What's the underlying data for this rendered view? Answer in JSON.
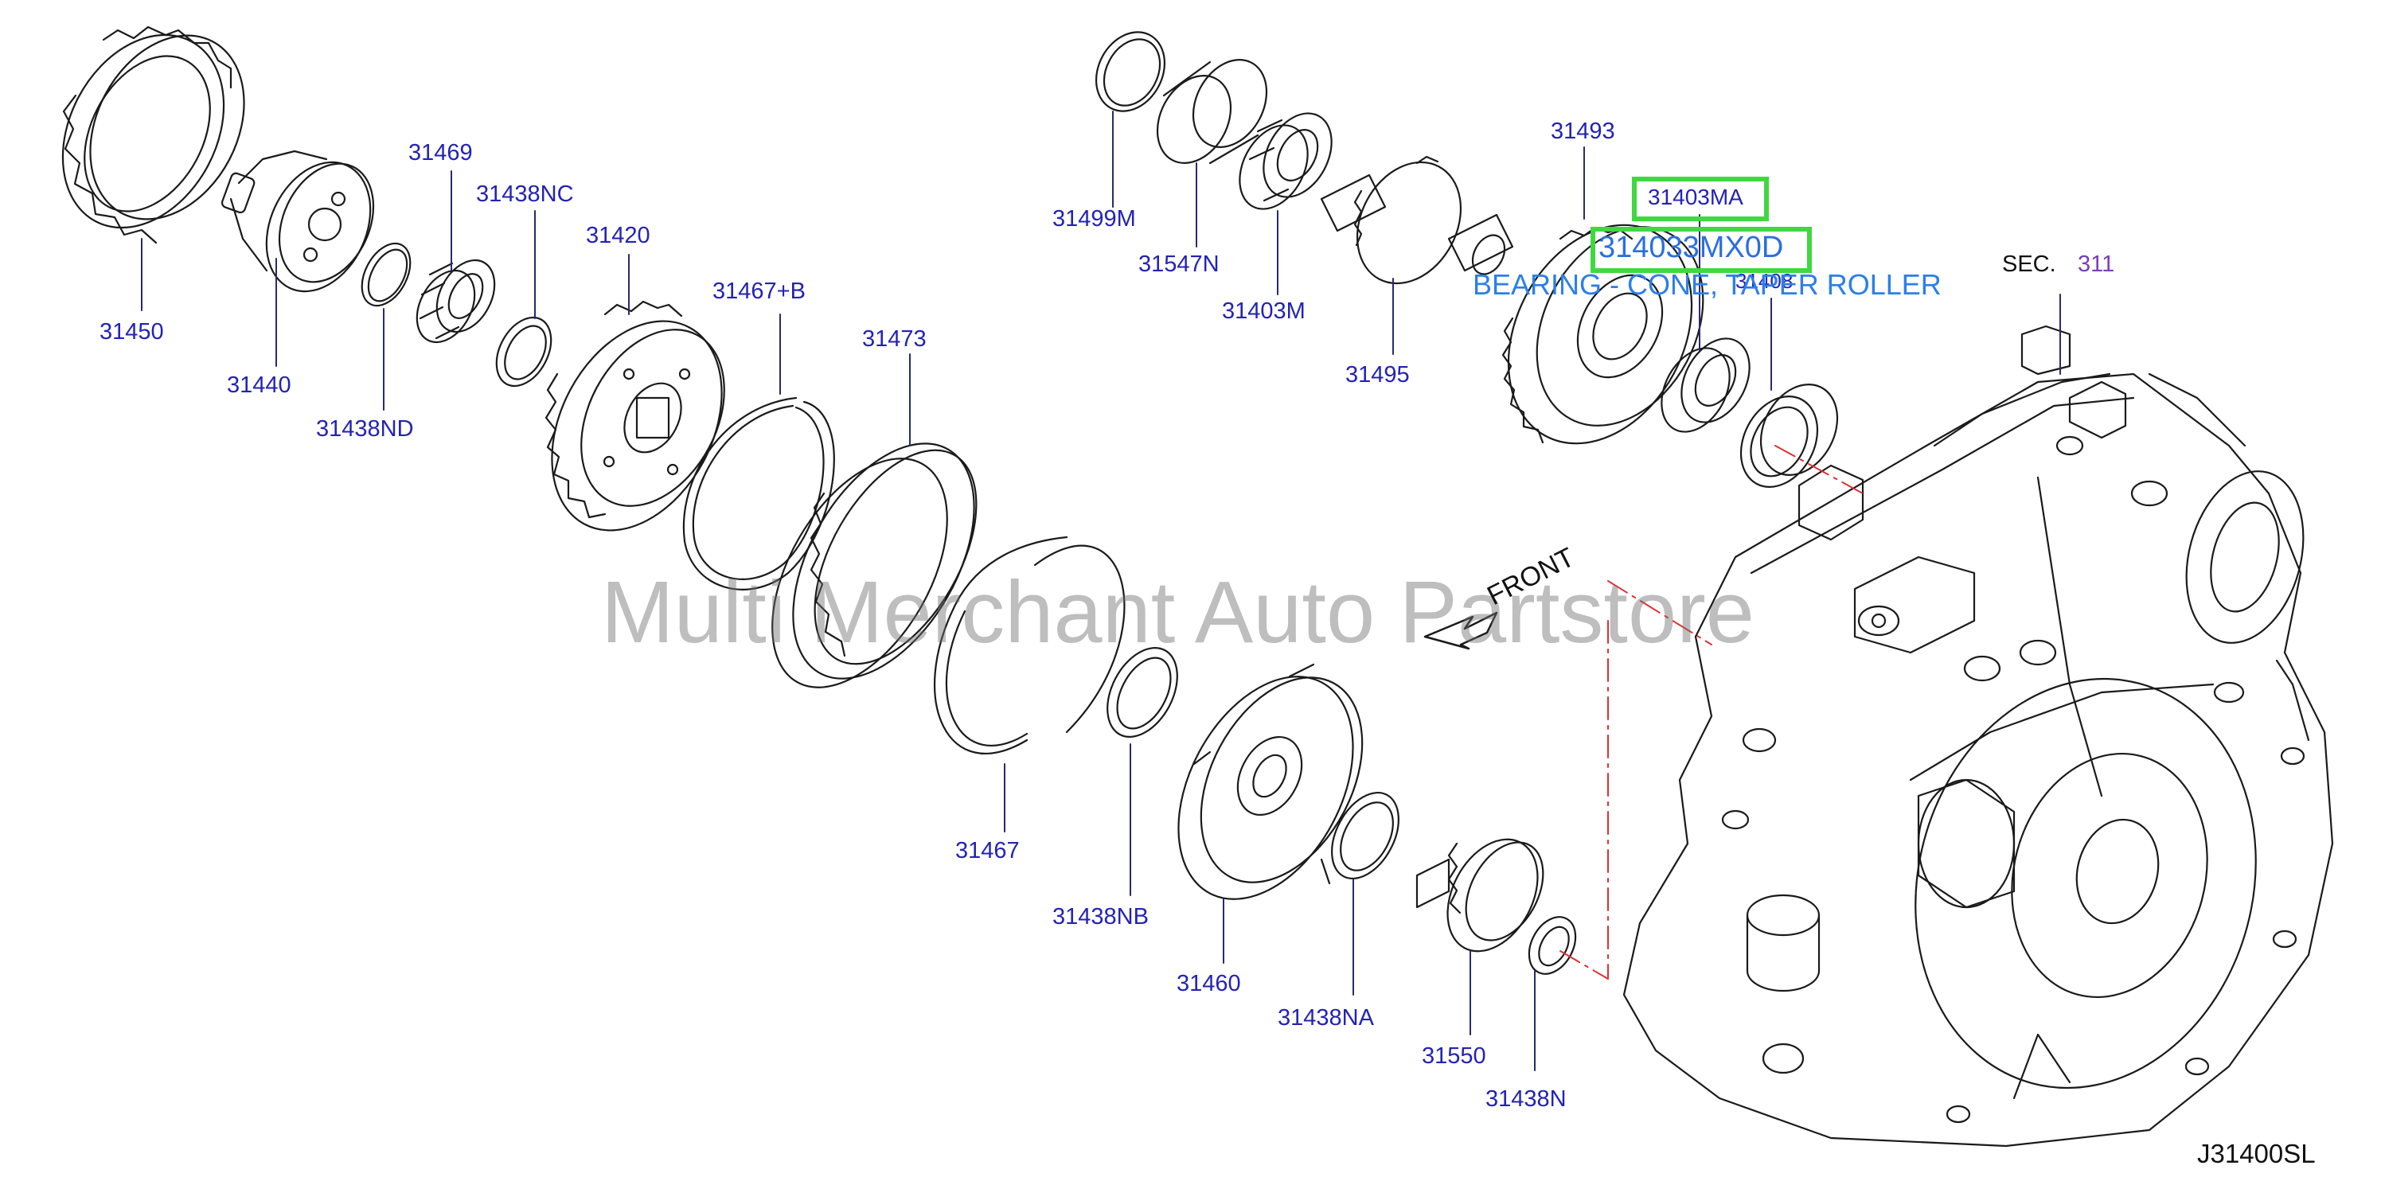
{
  "diagram": {
    "parts": [
      {
        "id": "p31450",
        "label": "31450"
      },
      {
        "id": "p31440",
        "label": "31440"
      },
      {
        "id": "p31469",
        "label": "31469"
      },
      {
        "id": "p31438NC",
        "label": "31438NC"
      },
      {
        "id": "p31438ND",
        "label": "31438ND"
      },
      {
        "id": "p31420",
        "label": "31420"
      },
      {
        "id": "p31467B",
        "label": "31467+B"
      },
      {
        "id": "p31473",
        "label": "31473"
      },
      {
        "id": "p31467",
        "label": "31467"
      },
      {
        "id": "p31438NB",
        "label": "31438NB"
      },
      {
        "id": "p31460",
        "label": "31460"
      },
      {
        "id": "p31438NA",
        "label": "31438NA"
      },
      {
        "id": "p31550",
        "label": "31550"
      },
      {
        "id": "p31438N",
        "label": "31438N"
      },
      {
        "id": "p31499M",
        "label": "31499M"
      },
      {
        "id": "p31547N",
        "label": "31547N"
      },
      {
        "id": "p31403M",
        "label": "31403M"
      },
      {
        "id": "p31495",
        "label": "31495"
      },
      {
        "id": "p31493",
        "label": "31493"
      }
    ],
    "highlighted": {
      "part_a": "31403MA",
      "part_b": "314033MX0D",
      "tooltip": "BEARING - CONE, TAPER ROLLER",
      "overlap_text": "31408"
    },
    "section_ref": {
      "prefix": "SEC.",
      "number": "311"
    },
    "front_label": "FRONT",
    "watermark": "Multi Merchant Auto Partstore",
    "diagram_code": "J31400SL",
    "colors": {
      "label_blue": "#2323b4",
      "highlight_green": "#40d840",
      "tooltip_blue": "#2b7fe8",
      "section_purple": "#7a3fb5",
      "leader_red": "#e03030"
    }
  }
}
